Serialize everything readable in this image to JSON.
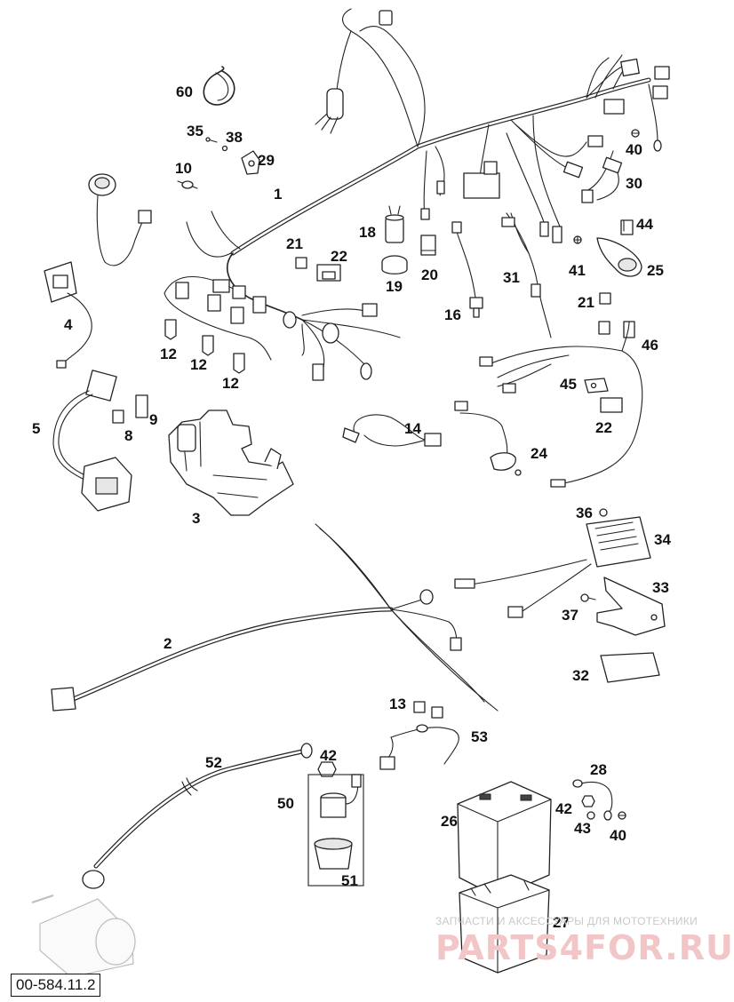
{
  "diagram_id": "00-584.11.2",
  "watermark": {
    "line": "ЗАПЧАСТИ И АКСЕССУАРЫ ДЛЯ МОТОТЕХНИКИ",
    "brand": "PARTS4FOR.RU"
  },
  "callouts": {
    "c60": "60",
    "c35": "35",
    "c38": "38",
    "c29": "29",
    "c10": "10",
    "c1": "1",
    "c40a": "40",
    "c30": "30",
    "c44": "44",
    "c41": "41",
    "c25": "25",
    "c18": "18",
    "c19": "19",
    "c20": "20",
    "c21a": "21",
    "c22a": "22",
    "c31": "31",
    "c16": "16",
    "c4": "4",
    "c12a": "12",
    "c12b": "12",
    "c12c": "12",
    "c21b": "21",
    "c46": "46",
    "c45": "45",
    "c22b": "22",
    "c5": "5",
    "c8": "8",
    "c9": "9",
    "c14": "14",
    "c24": "24",
    "c3": "3",
    "c36": "36",
    "c34": "34",
    "c33": "33",
    "c37": "37",
    "c2": "2",
    "c32": "32",
    "c13": "13",
    "c53": "53",
    "c52": "52",
    "c42a": "42",
    "c50": "50",
    "c51": "51",
    "c28": "28",
    "c26": "26",
    "c42b": "42",
    "c43": "43",
    "c40b": "40",
    "c27": "27"
  }
}
